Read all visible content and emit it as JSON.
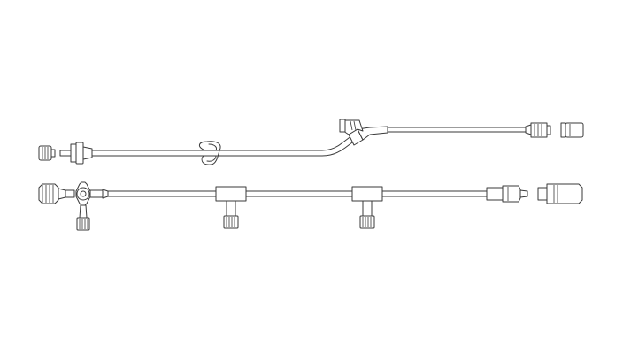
{
  "diagram": {
    "subject": "iv-extension-set-line-drawing",
    "stroke_color": "#3a3a3a",
    "background_color": "#ffffff",
    "components": {
      "upper_set": [
        "cap",
        "male-luer-connector",
        "tubing",
        "slide-clamp",
        "y-connector",
        "female-luer-connector",
        "cap"
      ],
      "lower_set": [
        "rotating-luer-lock",
        "stopcock",
        "t-port-injection-site",
        "t-port-injection-site",
        "male-luer-connector",
        "vented-cap"
      ]
    }
  }
}
